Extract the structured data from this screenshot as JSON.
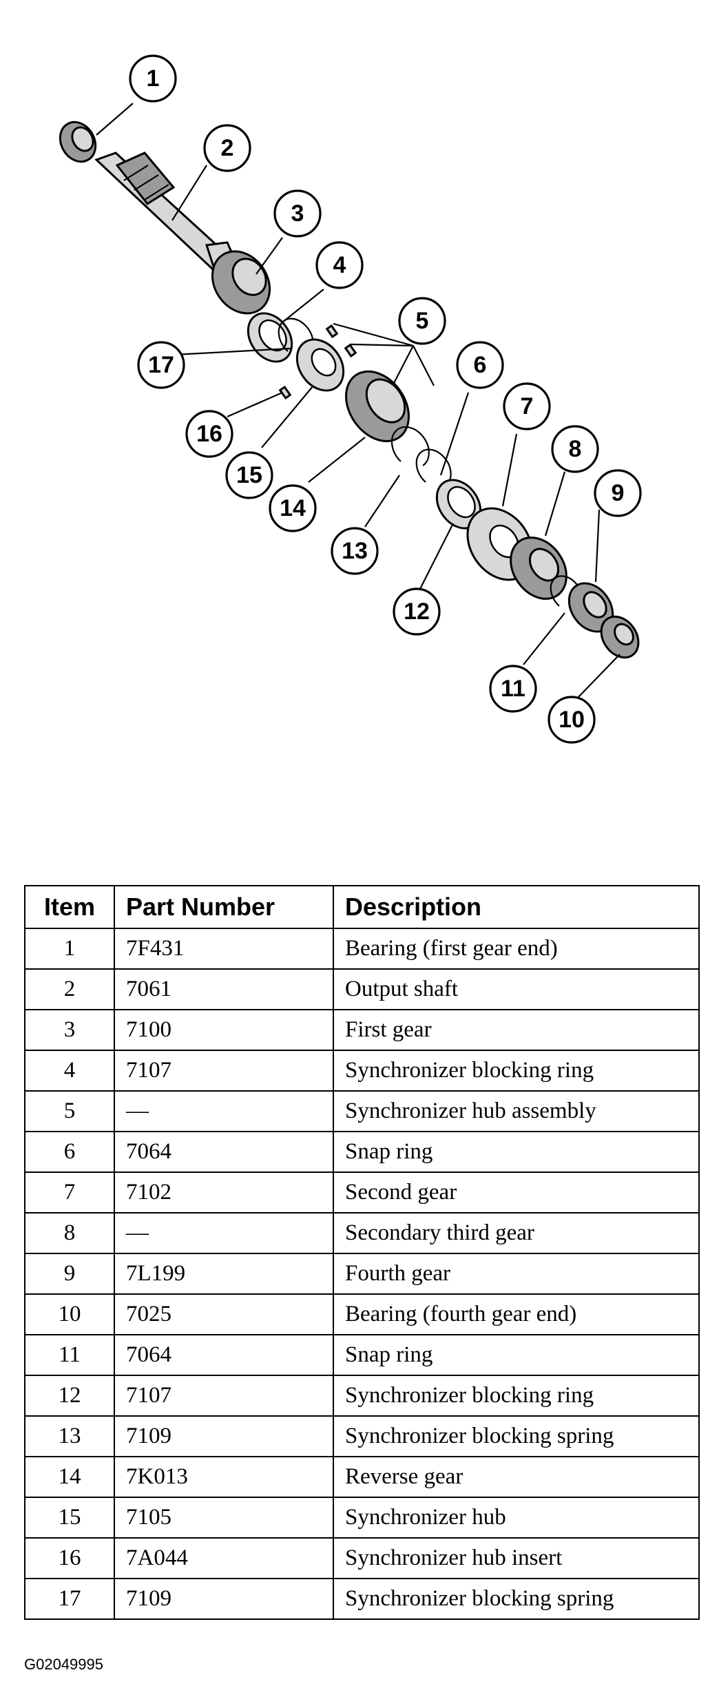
{
  "callouts": [
    {
      "n": "1"
    },
    {
      "n": "2"
    },
    {
      "n": "3"
    },
    {
      "n": "4"
    },
    {
      "n": "5"
    },
    {
      "n": "6"
    },
    {
      "n": "7"
    },
    {
      "n": "8"
    },
    {
      "n": "9"
    },
    {
      "n": "10"
    },
    {
      "n": "11"
    },
    {
      "n": "12"
    },
    {
      "n": "13"
    },
    {
      "n": "14"
    },
    {
      "n": "15"
    },
    {
      "n": "16"
    },
    {
      "n": "17"
    }
  ],
  "table": {
    "headers": {
      "item": "Item",
      "part_number": "Part Number",
      "description": "Description"
    },
    "rows": [
      {
        "item": "1",
        "part_number": "7F431",
        "description": "Bearing (first gear end)"
      },
      {
        "item": "2",
        "part_number": "7061",
        "description": "Output shaft"
      },
      {
        "item": "3",
        "part_number": "7100",
        "description": "First gear"
      },
      {
        "item": "4",
        "part_number": "7107",
        "description": "Synchronizer blocking ring"
      },
      {
        "item": "5",
        "part_number": "—",
        "description": "Synchronizer hub assembly"
      },
      {
        "item": "6",
        "part_number": "7064",
        "description": "Snap ring"
      },
      {
        "item": "7",
        "part_number": "7102",
        "description": "Second gear"
      },
      {
        "item": "8",
        "part_number": "—",
        "description": "Secondary third gear"
      },
      {
        "item": "9",
        "part_number": "7L199",
        "description": "Fourth gear"
      },
      {
        "item": "10",
        "part_number": "7025",
        "description": "Bearing (fourth gear end)"
      },
      {
        "item": "11",
        "part_number": "7064",
        "description": "Snap ring"
      },
      {
        "item": "12",
        "part_number": "7107",
        "description": "Synchronizer blocking ring"
      },
      {
        "item": "13",
        "part_number": "7109",
        "description": "Synchronizer blocking spring"
      },
      {
        "item": "14",
        "part_number": "7K013",
        "description": "Reverse gear"
      },
      {
        "item": "15",
        "part_number": "7105",
        "description": "Synchronizer hub"
      },
      {
        "item": "16",
        "part_number": "7A044",
        "description": "Synchronizer hub insert"
      },
      {
        "item": "17",
        "part_number": "7109",
        "description": "Synchronizer blocking spring"
      }
    ]
  },
  "figure_id": "G02049995"
}
